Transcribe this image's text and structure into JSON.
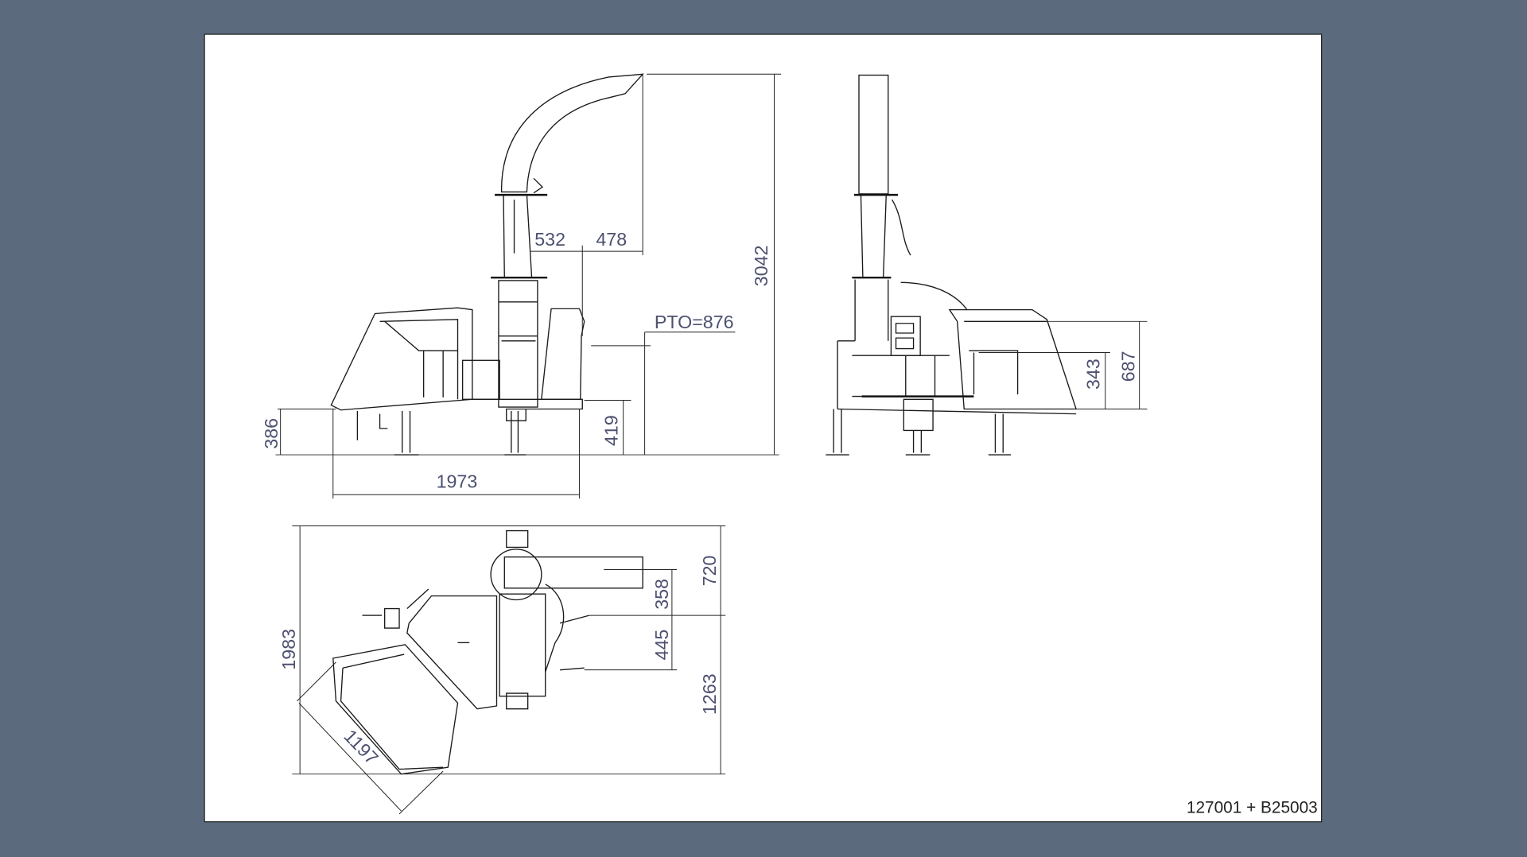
{
  "drawing": {
    "reference": "127001 + B25003",
    "side_view": {
      "total_height": "3042",
      "spout_offset_a": "532",
      "spout_offset_b": "478",
      "pto_height": "PTO=876",
      "hitch_height": "419",
      "hopper_height": "386",
      "length": "1973"
    },
    "front_view": {
      "hopper_opening_height": "687",
      "throat_height": "343"
    },
    "top_view": {
      "total_width": "1983",
      "front_width": "720",
      "rear_width": "1263",
      "spout_to_center": "358",
      "center_to_hitch": "445",
      "hopper_width": "1197"
    }
  },
  "colors": {
    "background": "#5b6a7d",
    "paper": "#ffffff",
    "dimension_text": "#4d5170"
  }
}
